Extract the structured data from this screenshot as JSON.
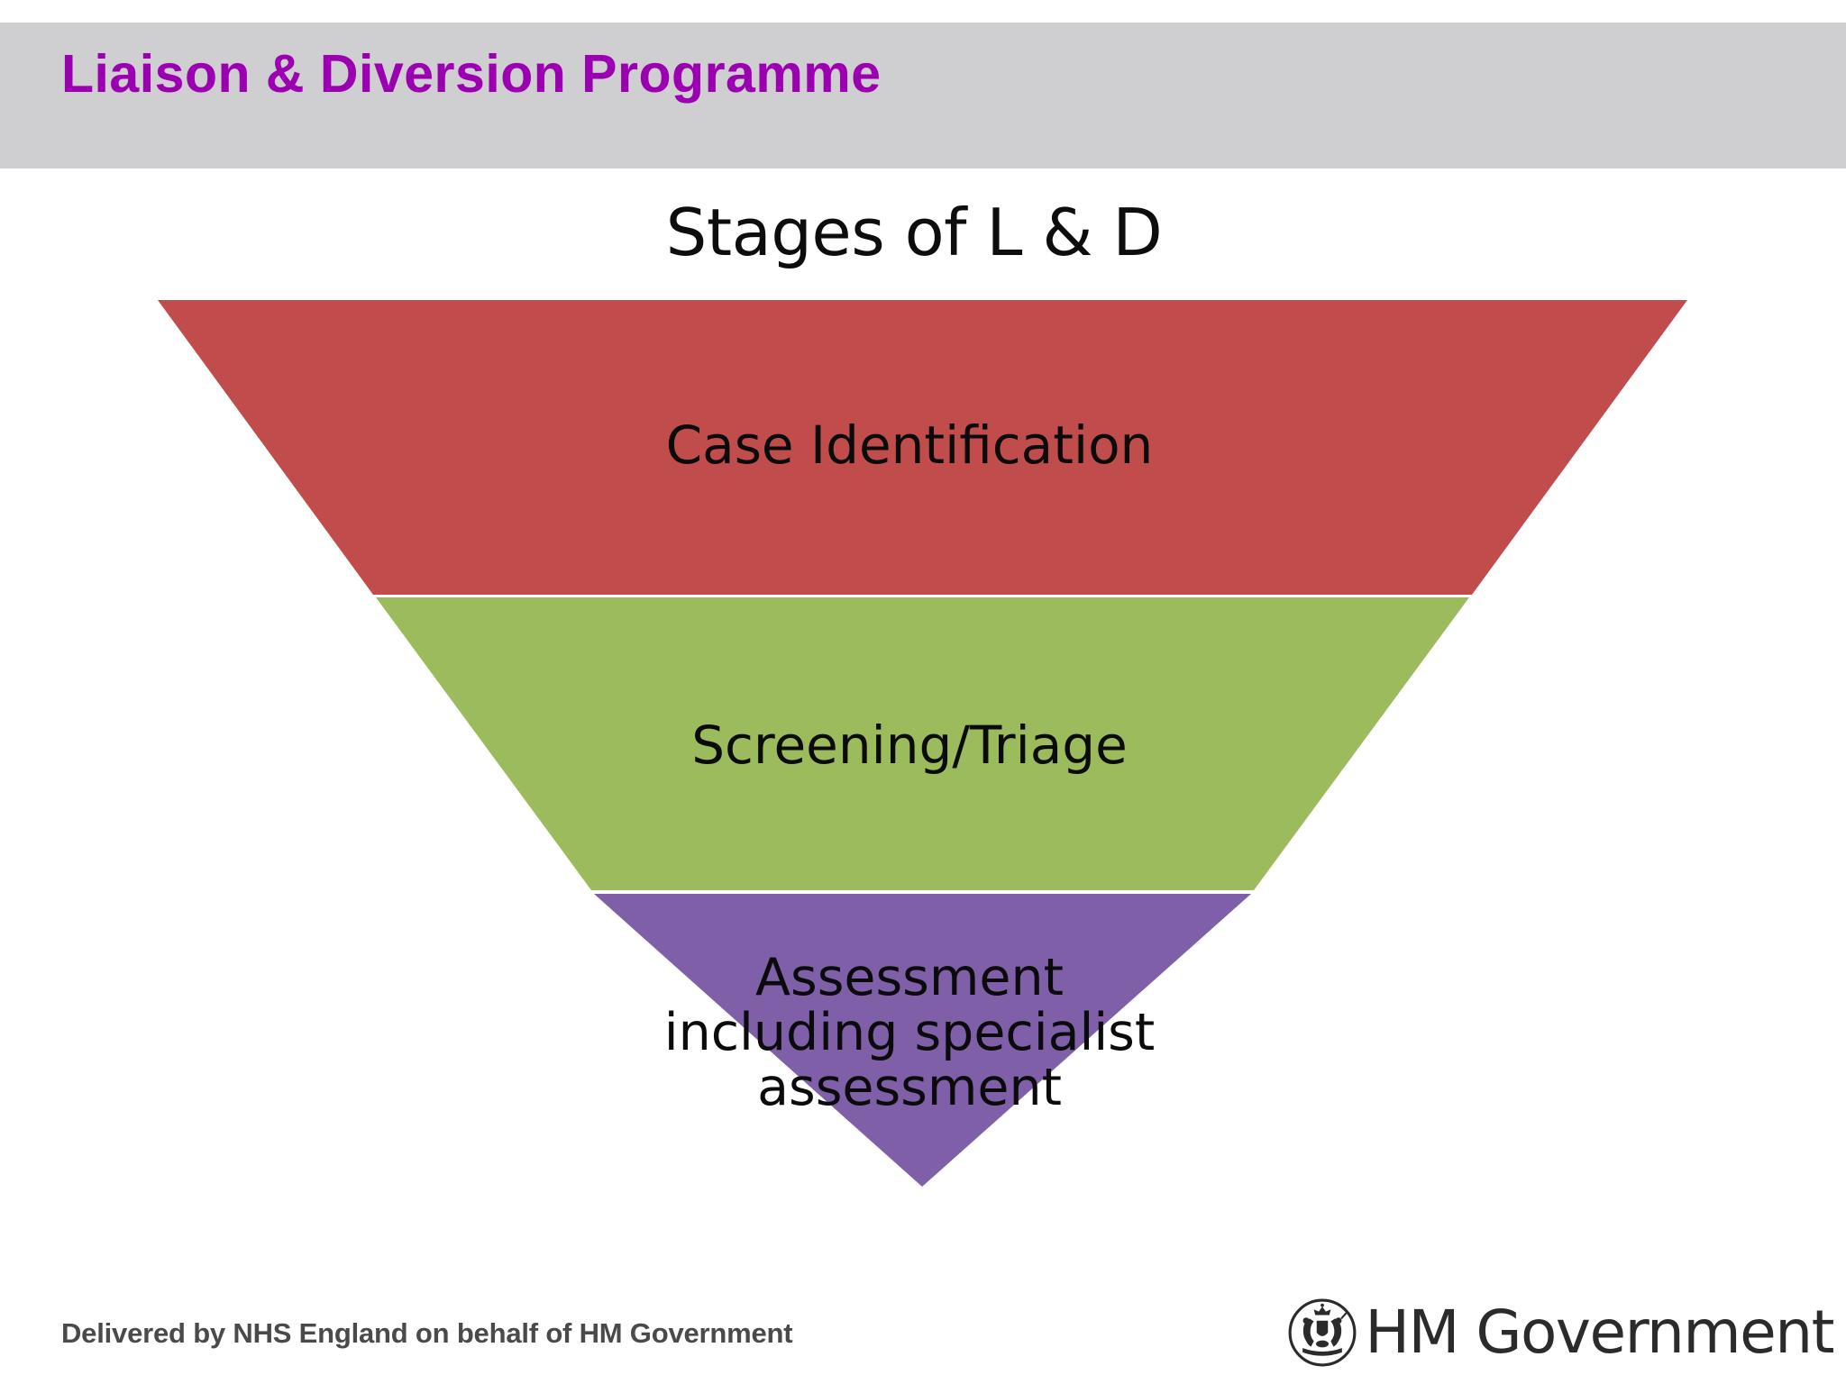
{
  "header": {
    "program_title": "Liaison & Diversion Programme",
    "background_color": "#CFCFD1",
    "text_color": "#9B00B0"
  },
  "slide": {
    "title": "Stages of L & D",
    "background_color": "#FFFFFF"
  },
  "funnel": {
    "type": "inverted-funnel",
    "orientation": "top-wide-to-bottom-point",
    "stages": [
      {
        "label": "Case Identification",
        "color": "#C04C4C",
        "color_name": "red",
        "order": 1
      },
      {
        "label": "Screening/Triage",
        "color": "#9CBB5C",
        "color_name": "green",
        "order": 2
      },
      {
        "label_line1": "Assessment",
        "label_line2": "including specialist",
        "label_line3": "assessment",
        "color": "#7E5FA8",
        "color_name": "purple",
        "order": 3
      }
    ]
  },
  "footer": {
    "delivered_by": "Delivered by NHS England on behalf of HM Government",
    "logo_text": "HM Government",
    "logo_icon": "royal-coat-of-arms-icon",
    "text_color": "#4A4A4A"
  }
}
